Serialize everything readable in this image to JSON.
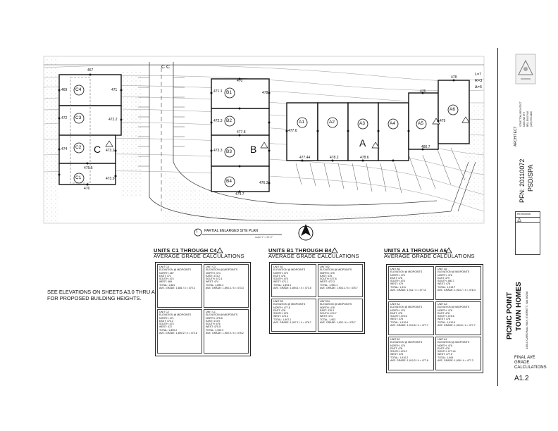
{
  "site_plan": {
    "title": "PARTIAL ENLARGED SITE PLAN",
    "title_number": "1",
    "scale_text": "scale 1\" = 20'-0\"",
    "street_text": "C   C",
    "curve_data": [
      "L=7",
      "R=3",
      "Δ=6"
    ],
    "building_letters": [
      "C",
      "B",
      "A"
    ],
    "units": [
      "C1",
      "C2",
      "C3",
      "C4",
      "B1",
      "B2",
      "B3",
      "B4",
      "A1",
      "A2",
      "A3",
      "A4",
      "A5",
      "A6"
    ],
    "elevation_labels": [
      "467",
      "469",
      "471",
      "472",
      "474",
      "475.5",
      "476",
      "473.9",
      "473.2",
      "472.2",
      "470",
      "471.1",
      "472.3",
      "473.3",
      "474.7",
      "476.3",
      "477.8",
      "478",
      "477.6",
      "477.44",
      "478.2",
      "478.6",
      "480.7",
      "476",
      "479",
      "478"
    ]
  },
  "tables": [
    {
      "title": "UNITS C1 THROUGH C4",
      "subtitle": "AVERAGE GRADE CALCULATIONS",
      "units": [
        {
          "name": "UNIT C4",
          "lines": [
            "ELEVATION @ MIDPOINTS",
            "NORTH: 467",
            "EAST: 471",
            "SOUTH: 474",
            "WEST: 469",
            "TOTAL: 1,881"
          ],
          "avg": "AVE. GRADE: 1,881 / 4 = 470.3"
        },
        {
          "name": "UNIT C3",
          "lines": [
            "ELEVATION @ MIDPOINTS",
            "NORTH: 474",
            "EAST: 473.2",
            "SOUTH: 472.1",
            "WEST: 474",
            "TOTAL: 1,893.3"
          ],
          "avg": "AVE. GRADE: 1,893.3 / 4 = 473.3"
        },
        {
          "name": "UNIT C2",
          "lines": [
            "ELEVATION @ MIDPOINTS",
            "NORTH: 471",
            "EAST: 473.2",
            "SOUTH: 474",
            "WEST: 472",
            "TOTAL: 1,890.2"
          ],
          "avg": "AVE. GRADE: 1,890.2 / 4 = 472.6"
        },
        {
          "name": "UNIT C1",
          "lines": [
            "ELEVATION @ MIDPOINTS",
            "NORTH: 475.5",
            "EAST: 473.9",
            "SOUTH: 476",
            "WEST: 475.5",
            "TOTAL: 1,900.9"
          ],
          "avg": "AVE. GRADE: 1,900.9 / 4 = 475.2"
        }
      ]
    },
    {
      "title": "UNITS B1 THROUGH B4",
      "subtitle": "AVERAGE GRADE CALCULATIONS",
      "units": [
        {
          "name": "UNIT B1",
          "lines": [
            "ELEVATION @ MIDPOINTS",
            "NORTH: 470",
            "EAST: 478",
            "SOUTH: 475",
            "WEST: 471.1",
            "TOTAL: 1,894.1"
          ],
          "avg": "AVE. GRADE: 1,894.1 / 4 = 473.5"
        },
        {
          "name": "UNIT B2",
          "lines": [
            "ELEVATION @ MIDPOINTS",
            "NORTH: 475",
            "EAST: 478",
            "SOUTH: 477.8",
            "WEST: 472.3",
            "TOTAL: 1,903.1"
          ],
          "avg": "AVE. GRADE: 1,903.1 / 4 = 475.7"
        },
        {
          "name": "UNIT B3",
          "lines": [
            "ELEVATION @ MIDPOINTS",
            "NORTH: 477.8",
            "EAST: 478",
            "SOUTH: 478",
            "WEST: 473.3",
            "TOTAL: 1,907.1"
          ],
          "avg": "AVE. GRADE: 1,907.1 / 4 = 476.7"
        },
        {
          "name": "UNIT B4",
          "lines": [
            "ELEVATION @ MIDPOINTS",
            "NORTH: 478",
            "EAST: 476.3",
            "SOUTH: 474.7",
            "WEST: 474",
            "TOTAL: 1,903"
          ],
          "avg": "AVE. GRADE: 1,903 / 4 = 475.7"
        }
      ]
    },
    {
      "title": "UNITS A1 THROUGH A6",
      "subtitle": "AVERAGE GRADE CALCULATIONS",
      "units": [
        {
          "name": "UNIT A6",
          "lines": [
            "ELEVATION @ MIDPOINTS",
            "NORTH: 476",
            "EAST: 478",
            "SOUTH: 478",
            "WEST: 479",
            "TOTAL: 1,911"
          ],
          "avg": "AVE. GRADE: 1,911 / 4 = 477.8"
        },
        {
          "name": "UNIT A5",
          "lines": [
            "ELEVATION @ MIDPOINTS",
            "NORTH: 476",
            "EAST: 479",
            "SOUTH: 480.7",
            "WEST: 478",
            "TOTAL: 1,913.7"
          ],
          "avg": "AVE. GRADE: 1,913.7 / 4 = 478.4"
        },
        {
          "name": "UNIT A4",
          "lines": [
            "ELEVATION @ MIDPOINTS",
            "NORTH: 476",
            "EAST: 478",
            "SOUTH: 478.6",
            "WEST: 478",
            "TOTAL: 1,910.6"
          ],
          "avg": "AVE. GRADE: 1,910.6 / 4 = 477.7"
        },
        {
          "name": "UNIT A3",
          "lines": [
            "ELEVATION @ MIDPOINTS",
            "NORTH: 476",
            "EAST: 478",
            "SOUTH: 478.6",
            "WEST: 478",
            "TOTAL: 1,910.6"
          ],
          "avg": "AVE. GRADE: 1,910.6 / 4 = 477.7"
        },
        {
          "name": "UNIT A2",
          "lines": [
            "ELEVATION @ MIDPOINTS",
            "NORTH: 476",
            "EAST: 478",
            "SOUTH: 478.2",
            "WEST: 478",
            "TOTAL: 1,910.2"
          ],
          "avg": "AVE. GRADE: 1,910.2 / 4 = 477.6"
        },
        {
          "name": "UNIT A1",
          "lines": [
            "ELEVATION @ MIDPOINTS",
            "NORTH: 476",
            "EAST: 478",
            "SOUTH: 477.44",
            "WEST: 477.6",
            "TOTAL: 1,909"
          ],
          "avg": "AVE. GRADE: 1,909 / 4 = 477.3"
        }
      ]
    }
  ],
  "note": "SEE ELEVATIONS ON SHEETS A3.0 THRU A3.11 FOR PROPOSED BUILDING HEIGHTS.",
  "title_block": {
    "architect_label": "ARCHITECT",
    "architect_lines": [
      "STRATTON ARCHITECT",
      "12031 NE 8TH",
      "BELLEVUE WA",
      "(425) 555-0100"
    ],
    "permit": "PFN: 20110072",
    "permit_type": "PSD/SPA",
    "revisions_label": "REVISIONS",
    "project_name_1": "PICNIC POINT",
    "project_name_2": "TOWN HOMES",
    "project_address": "14910 CARDINAL WAY, EVERETT, WA 98208",
    "sheet_title": "FINAL AVE GRADE CALCULATIONS",
    "sheet_number": "A1.2"
  }
}
